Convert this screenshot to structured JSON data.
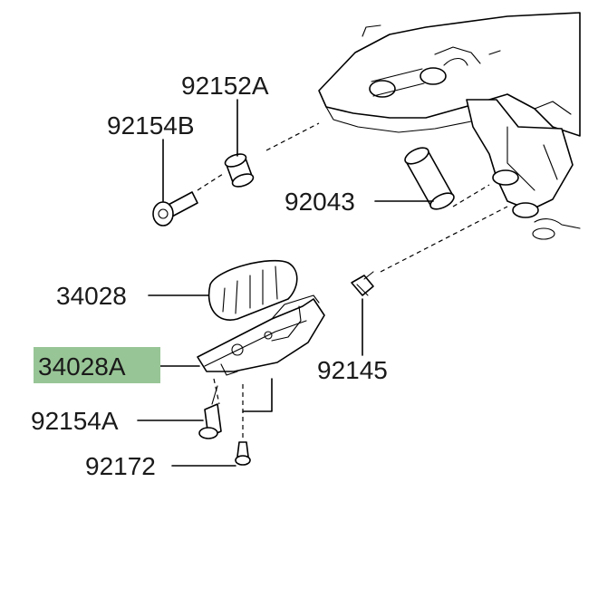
{
  "highlight_color": "#98c596",
  "labels": {
    "p92152A": "92152A",
    "p92154B": "92154B",
    "p92043": "92043",
    "p34028": "34028",
    "p34028A": "34028A",
    "p92145": "92145",
    "p92154A": "92154A",
    "p92172": "92172"
  },
  "highlighted_part": "34028A"
}
